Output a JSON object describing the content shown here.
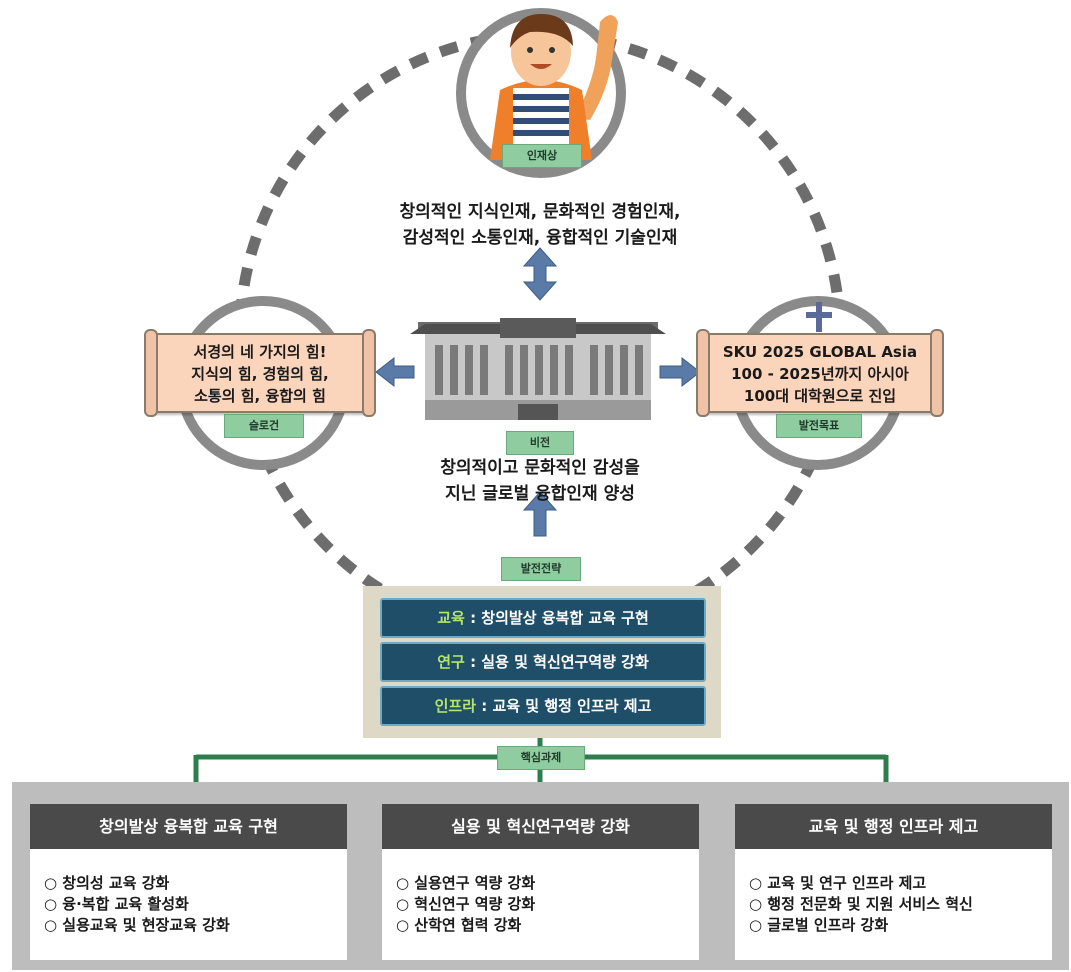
{
  "persona": {
    "tag": "인재상",
    "line1": "창의적인 지식인재, 문화적인 경험인재,",
    "line2": "감성적인 소통인재, 융합적인 기술인재"
  },
  "slogan": {
    "tag": "슬로건",
    "line1": "서경의 네 가지의 힘!",
    "line2": "지식의 힘, 경험의 힘,",
    "line3": "소통의 힘, 융합의 힘"
  },
  "goal": {
    "tag": "발전목표",
    "line1": "SKU 2025 GLOBAL Asia",
    "line2": "100 - 2025년까지 아시아",
    "line3": "100대 대학원으로 진입"
  },
  "vision": {
    "tag": "비전",
    "line1": "창의적이고 문화적인 감성을",
    "line2": "지닌 글로벌 융합인재 양성"
  },
  "strategy": {
    "tag": "발전전략",
    "items": [
      {
        "key": "교육",
        "text": "창의발상 융복합 교육 구현"
      },
      {
        "key": "연구",
        "text": "실용 및 혁신연구역량 강화"
      },
      {
        "key": "인프라",
        "text": "교육 및 행정 인프라 제고"
      }
    ]
  },
  "core_tag": "핵심과제",
  "panels": [
    {
      "title": "창의발상 융복합 교육 구현",
      "items": [
        "○ 창의성 교육 강화",
        "○ 융·복합 교육 활성화",
        "○ 실용교육 및 현장교육 강화"
      ]
    },
    {
      "title": "실용 및 혁신연구역량 강화",
      "items": [
        "○ 실용연구 역량 강화",
        "○ 혁신연구 역량 강화",
        "○ 산학연 협력 강화"
      ]
    },
    {
      "title": "교육 및 행정 인프라 제고",
      "items": [
        "○ 교육 및 연구 인프라 제고",
        "○ 행정 전문화 및 지원 서비스 혁신",
        "○ 글로벌 인프라 강화"
      ]
    }
  ],
  "colors": {
    "tag_green": "#8fcda1",
    "strategy_blue": "#1f4e68",
    "strategy_key": "#b5e46d",
    "scroll": "#fbd4bc",
    "arrow": "#5a7ba8"
  }
}
